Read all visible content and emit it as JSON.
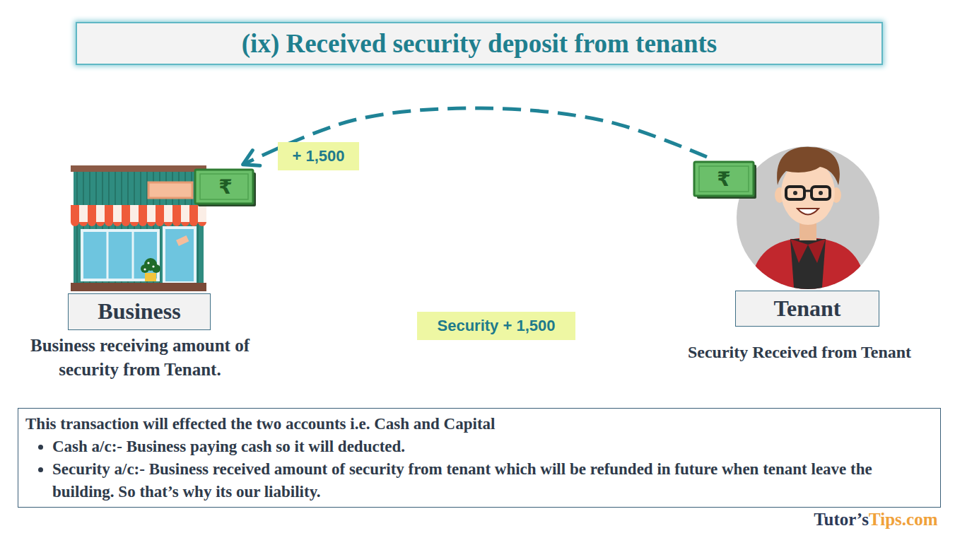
{
  "diagram": {
    "title": "(ix) Received security deposit from tenants",
    "nodes": [
      {
        "text": [
          "Business",
          "Business receiving amount of security from Tenant."
        ]
      },
      {
        "text": [
          "Tenant",
          "Security Received from Tenant"
        ]
      },
      {
        "text": [
          "This transaction will effected the two accounts i.e. Cash and Capital",
          "Cash a/c:- Business paying cash so it will deducted.",
          "Security a/c:- Business received amount of security from tenant which will be refunded in future when tenant leave the building. So that’s why its our liability."
        ]
      }
    ],
    "edges": [
      {
        "from": 1,
        "to": 0,
        "arrow": "to",
        "label": "+ 1,500"
      }
    ],
    "labels": [
      "Security + 1,500",
      "₹",
      "₹",
      "Tutor’s",
      "Tips.com"
    ]
  }
}
